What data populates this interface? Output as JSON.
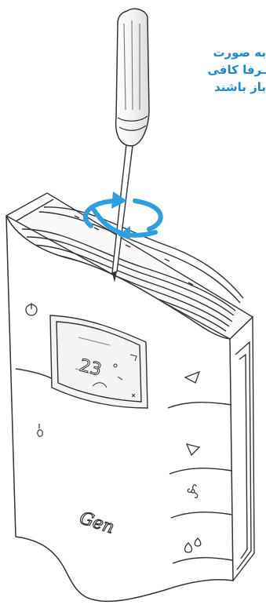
{
  "instruction": {
    "lines": [
      "به صورت",
      "ـرفا کافی",
      "باز باشند"
    ],
    "color": "#1a86d8"
  },
  "display": {
    "reading": "23"
  },
  "brand": {
    "logo_text": "Gen"
  },
  "icons": [
    "screwdriver-icon",
    "rotate-arrow-icon",
    "power-icon",
    "up-triangle-icon",
    "down-triangle-icon",
    "fan-icon",
    "flame-icon",
    "water-drops-icon"
  ],
  "colors": {
    "line": "#333333",
    "arrow": "#2c9fe0"
  }
}
